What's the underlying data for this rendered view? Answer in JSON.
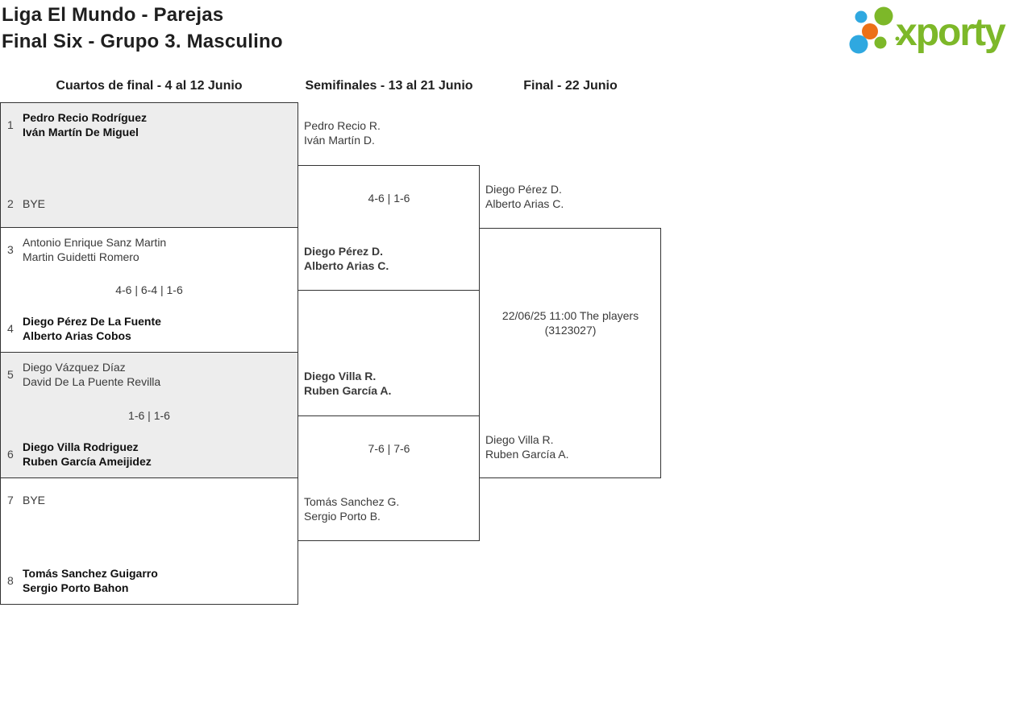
{
  "header": {
    "title_line1": "Liga El Mundo - Parejas",
    "title_line2": "Final Six - Grupo 3. Masculino"
  },
  "logo": {
    "wordmark": "xporty",
    "colors": {
      "green": "#7db829",
      "blue": "#2fa8e0",
      "orange": "#ec7016"
    }
  },
  "rounds": [
    {
      "label": "Cuartos de final - 4 al 12 Junio"
    },
    {
      "label": "Semifinales - 13 al 21 Junio"
    },
    {
      "label": "Final - 22 Junio"
    }
  ],
  "quarterfinals": [
    {
      "seed_top": "1",
      "team_top": {
        "line1": "Pedro Recio Rodríguez",
        "line2": "Iván Martín De Miguel",
        "winner": true
      },
      "score": "",
      "seed_bottom": "2",
      "team_bottom": {
        "line1": "BYE",
        "line2": "",
        "winner": false
      }
    },
    {
      "seed_top": "3",
      "team_top": {
        "line1": "Antonio Enrique Sanz Martin",
        "line2": "Martin Guidetti Romero",
        "winner": false
      },
      "score": "4-6 | 6-4 | 1-6",
      "seed_bottom": "4",
      "team_bottom": {
        "line1": "Diego Pérez De La Fuente",
        "line2": "Alberto Arias Cobos",
        "winner": true
      }
    },
    {
      "seed_top": "5",
      "team_top": {
        "line1": "Diego Vázquez Díaz",
        "line2": "David De La Puente Revilla",
        "winner": false
      },
      "score": "1-6 | 1-6",
      "seed_bottom": "6",
      "team_bottom": {
        "line1": "Diego Villa Rodriguez",
        "line2": "Ruben García Ameijidez",
        "winner": true
      }
    },
    {
      "seed_top": "7",
      "team_top": {
        "line1": "BYE",
        "line2": "",
        "winner": false
      },
      "score": "",
      "seed_bottom": "8",
      "team_bottom": {
        "line1": "Tomás Sanchez Guigarro",
        "line2": "Sergio Porto Bahon",
        "winner": true
      }
    }
  ],
  "semifinals": [
    {
      "team_top": {
        "line1": "Pedro Recio R.",
        "line2": "Iván Martín D.",
        "winner": false
      },
      "score": "4-6 | 1-6",
      "team_bottom": {
        "line1": "Diego Pérez D.",
        "line2": "Alberto Arias C.",
        "winner": true
      }
    },
    {
      "team_top": {
        "line1": "Diego Villa R.",
        "line2": "Ruben García A.",
        "winner": true
      },
      "score": "7-6 | 7-6",
      "team_bottom": {
        "line1": "Tomás Sanchez G.",
        "line2": "Sergio Porto B.",
        "winner": false
      }
    }
  ],
  "final": {
    "team_top": {
      "line1": "Diego Pérez D.",
      "line2": "Alberto Arias C.",
      "winner": false
    },
    "info_line1": "22/06/25 11:00 The players",
    "info_line2": "(3123027)",
    "team_bottom": {
      "line1": "Diego Villa R.",
      "line2": "Ruben García A.",
      "winner": false
    }
  }
}
